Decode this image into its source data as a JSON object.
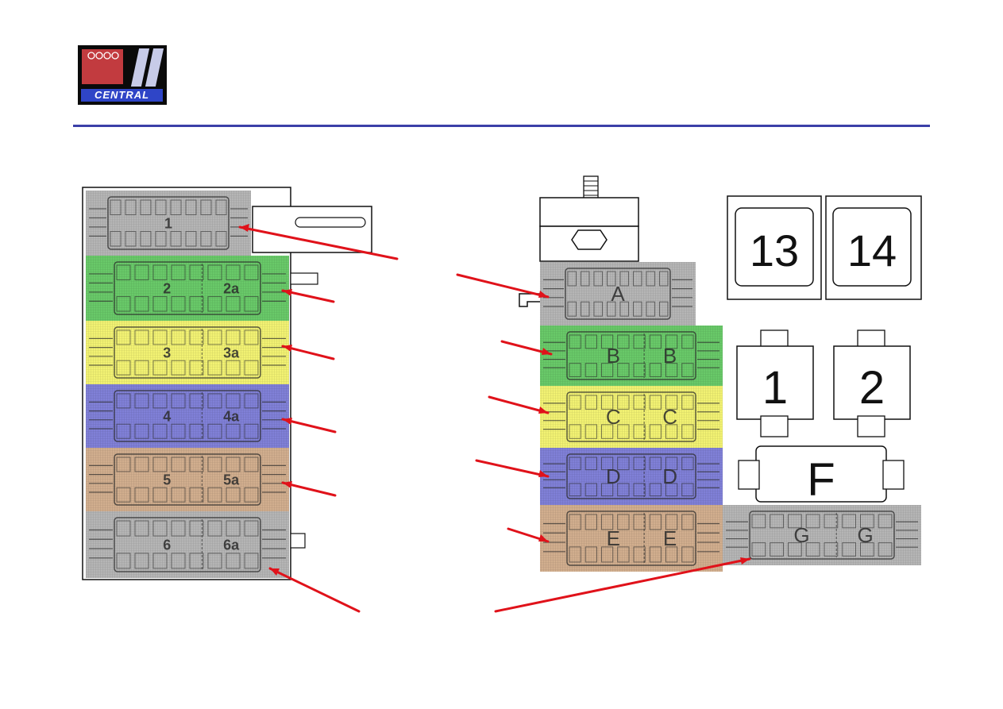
{
  "logo": {
    "text": "CENTRAL",
    "icon": "audi-rings-logo"
  },
  "left_block": {
    "connectors": [
      {
        "id": "1",
        "main": "1",
        "sub": "",
        "color": "#a8a8a8"
      },
      {
        "id": "2",
        "main": "2",
        "sub": "2a",
        "color": "#4fbf4f"
      },
      {
        "id": "3",
        "main": "3",
        "sub": "3a",
        "color": "#f0f05a"
      },
      {
        "id": "4",
        "main": "4",
        "sub": "4a",
        "color": "#6a6ad0"
      },
      {
        "id": "5",
        "main": "5",
        "sub": "5a",
        "color": "#c9a07a"
      },
      {
        "id": "6",
        "main": "6",
        "sub": "6a",
        "color": "#a8a8a8"
      }
    ]
  },
  "right_block": {
    "connectors": [
      {
        "id": "A",
        "main": "A",
        "sub": "",
        "color": "#a8a8a8"
      },
      {
        "id": "B",
        "main": "B",
        "sub": "B",
        "color": "#4fbf4f"
      },
      {
        "id": "C",
        "main": "C",
        "sub": "C",
        "color": "#f0f05a"
      },
      {
        "id": "D",
        "main": "D",
        "sub": "D",
        "color": "#6a6ad0"
      },
      {
        "id": "E",
        "main": "E",
        "sub": "E",
        "color": "#c9a07a"
      },
      {
        "id": "G",
        "main": "G",
        "sub": "G",
        "color": "#a8a8a8"
      }
    ],
    "relays": [
      "13",
      "14",
      "1",
      "2"
    ],
    "fuse_label": "F"
  },
  "colors": {
    "arrow": "#e0121a",
    "rule": "#3b3fa8"
  }
}
